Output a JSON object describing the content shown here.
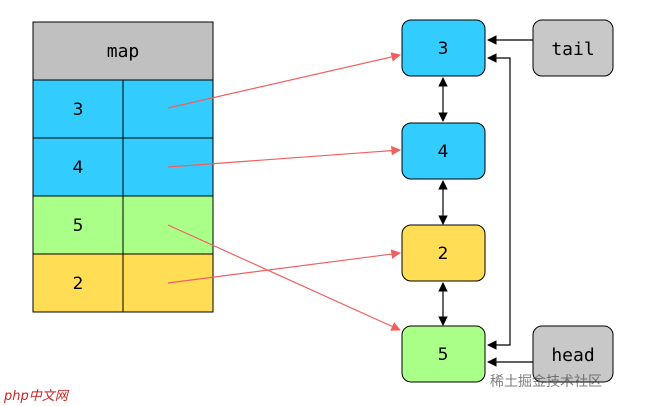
{
  "map": {
    "title": "map",
    "rows": [
      {
        "key": "3",
        "color": "#33ccff"
      },
      {
        "key": "4",
        "color": "#33ccff"
      },
      {
        "key": "5",
        "color": "#aaff88"
      },
      {
        "key": "2",
        "color": "#ffdd55"
      }
    ]
  },
  "list": {
    "nodes": [
      {
        "label": "3",
        "color": "#33ccff"
      },
      {
        "label": "4",
        "color": "#33ccff"
      },
      {
        "label": "2",
        "color": "#ffdd55"
      },
      {
        "label": "5",
        "color": "#aaff88"
      }
    ],
    "tail_label": "tail",
    "head_label": "head"
  },
  "colors": {
    "header_gray": "#c0c0c0",
    "pointer_gray": "#c8c8c8",
    "map_arrow": "#f06060",
    "border": "#000000"
  },
  "watermark": {
    "left": "php中文网",
    "right": "稀土掘金技术社区"
  }
}
